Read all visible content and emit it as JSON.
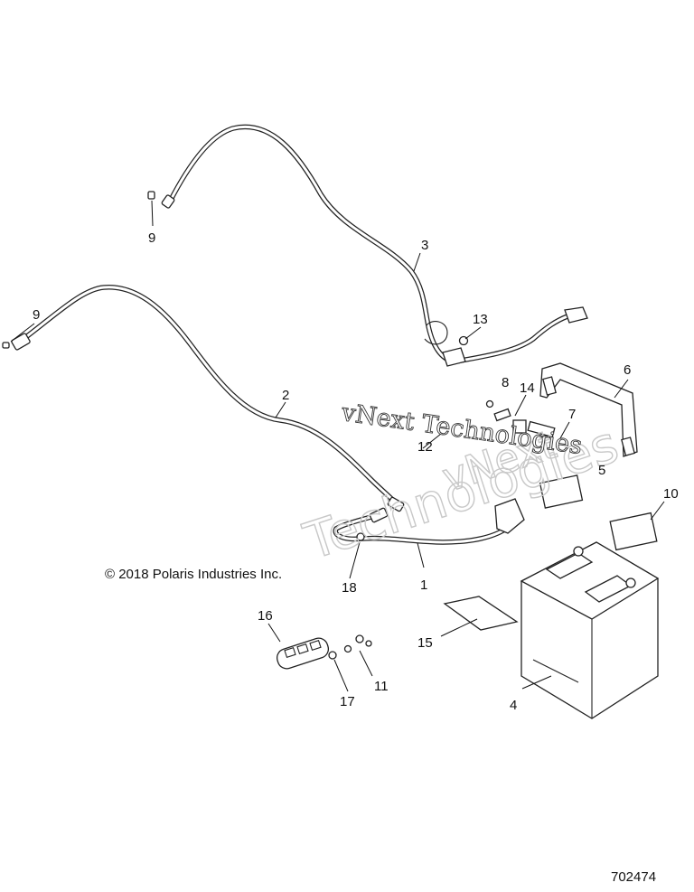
{
  "callouts": [
    {
      "id": "c1",
      "text": "1"
    },
    {
      "id": "c2",
      "text": "2"
    },
    {
      "id": "c3",
      "text": "3"
    },
    {
      "id": "c4",
      "text": "4"
    },
    {
      "id": "c5",
      "text": "5"
    },
    {
      "id": "c6",
      "text": "6"
    },
    {
      "id": "c7",
      "text": "7"
    },
    {
      "id": "c8",
      "text": "8"
    },
    {
      "id": "c9a",
      "text": "9"
    },
    {
      "id": "c9b",
      "text": "9"
    },
    {
      "id": "c10",
      "text": "10"
    },
    {
      "id": "c11",
      "text": "11"
    },
    {
      "id": "c12",
      "text": "12"
    },
    {
      "id": "c13",
      "text": "13"
    },
    {
      "id": "c14",
      "text": "14"
    },
    {
      "id": "c15",
      "text": "15"
    },
    {
      "id": "c16",
      "text": "16"
    },
    {
      "id": "c17",
      "text": "17"
    },
    {
      "id": "c18",
      "text": "18"
    }
  ],
  "copyright": "© 2018 Polaris Industries Inc.",
  "drawing_number": "702474",
  "watermark": {
    "line1": "vNext Technologies",
    "line2": "vNext",
    "line3": "Technologies"
  }
}
